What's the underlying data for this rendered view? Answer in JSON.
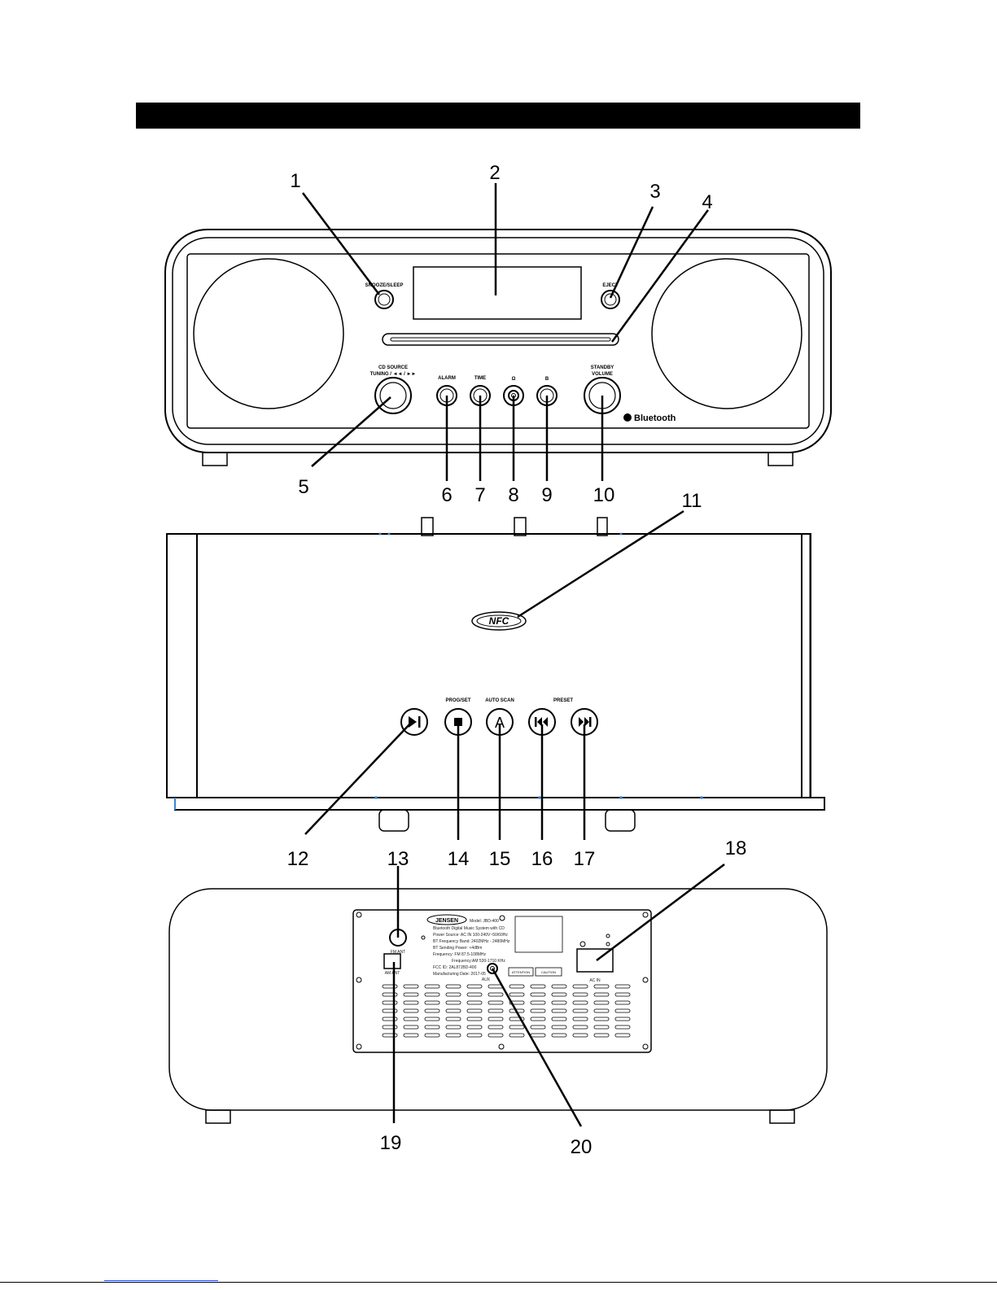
{
  "front_panel": {
    "button_labels": {
      "snooze_sleep": "SNOOZE/SLEEP",
      "eject": "EJECT",
      "source_line1": "CD SOURCE",
      "source_line2": "TUNING / ◄◄ / ►►",
      "alarm": "ALARM",
      "time": "TIME",
      "headphone": "Ω",
      "usb": "B",
      "standby_line1": "STANDBY",
      "standby_line2": "VOLUME",
      "bluetooth": "Bluetooth"
    }
  },
  "top_panel": {
    "nfc": "NFC",
    "prog_set": "PROG/SET",
    "auto_scan": "AUTO SCAN",
    "preset": "PRESET",
    "auto_button": "A"
  },
  "rear_panel": {
    "brand": "JENSEN",
    "model": "Model: JBD-400",
    "label_lines": [
      "Bluetooth Digital Music System with CD",
      "Power Source: AC IN 100-240V~50/60Hz",
      "BT Frequency Band: 2402MHz - 2480MHz",
      "BT Sending Power: <4dBm",
      "Frequency: FM 87.5-108MHz",
      "Frequency:AM 530-1710 KHz",
      "FCC ID: 2AL87JBD-400",
      "Manufacturing Date: 2017-05"
    ],
    "fm_ant": "FM ANT",
    "am_ant": "AM ANT",
    "aux": "AUX",
    "ac_in": "AC IN",
    "attention": "ATTENTION",
    "caution": "CAUTION"
  },
  "callouts": [
    "1",
    "2",
    "3",
    "4",
    "5",
    "6",
    "7",
    "8",
    "9",
    "10",
    "11",
    "12",
    "13",
    "14",
    "15",
    "16",
    "17",
    "18",
    "19",
    "20"
  ]
}
